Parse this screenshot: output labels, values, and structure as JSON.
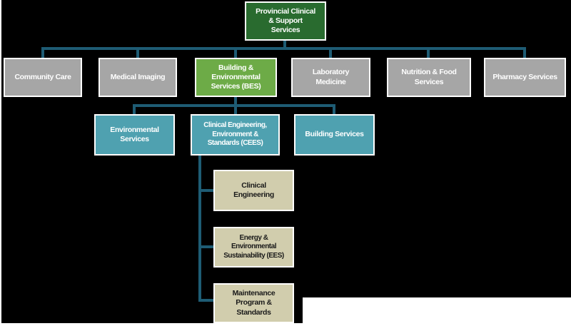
{
  "palette": {
    "canvas_black": "#000000",
    "page_white": "#ffffff",
    "root_green": "#296b2f",
    "highlight_green": "#6dab47",
    "sibling_gray": "#a6a6a6",
    "teal": "#4fa1b0",
    "tan": "#d1cdad",
    "connector": "#1e5c74",
    "box_border": "#ffffff",
    "text_light": "#ffffff",
    "text_dark": "#1a1a1a"
  },
  "org_chart": {
    "root": {
      "label": "Provincial Clinical\n& Support\nServices"
    },
    "level2": [
      {
        "label": "Community Care"
      },
      {
        "label": "Medical Imaging"
      },
      {
        "label": "Building &\nEnvironmental\nServices (BES)"
      },
      {
        "label": "Laboratory\nMedicine"
      },
      {
        "label": "Nutrition & Food\nServices"
      },
      {
        "label": "Pharmacy Services"
      }
    ],
    "level3": [
      {
        "label": "Environmental\nServices"
      },
      {
        "label": "Clinical Engineering,\nEnvironment &\nStandards (CEES)"
      },
      {
        "label": "Building Services"
      }
    ],
    "level4": [
      {
        "label": "Clinical\nEngineering"
      },
      {
        "label": "Energy &\nEnvironmental\nSustainability (EES)"
      },
      {
        "label": "Maintenance\nProgram &\nStandards"
      }
    ]
  }
}
